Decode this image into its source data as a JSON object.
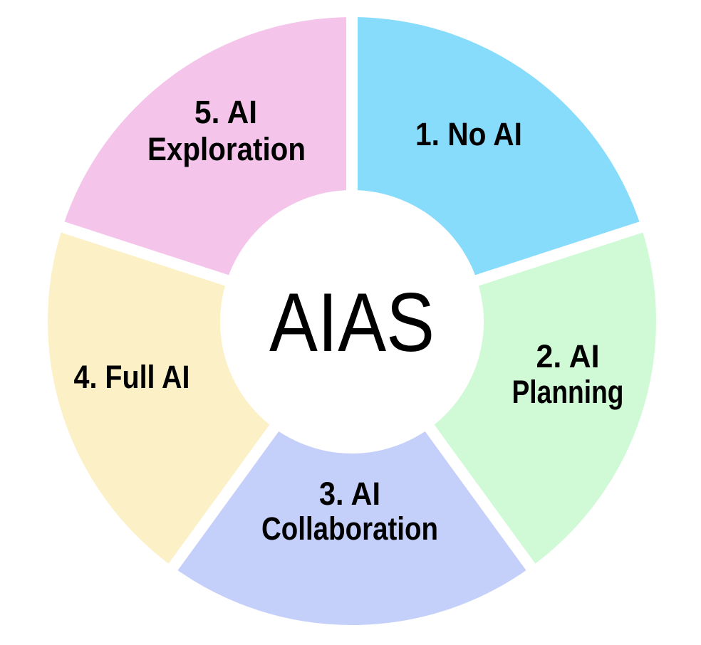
{
  "diagram": {
    "title": "AIAS",
    "center_label": "AIAS",
    "colors": {
      "background": "#ffffff",
      "gap": "#ffffff",
      "text": "#000000"
    },
    "segments": [
      {
        "index": 1,
        "line1": "1. No AI",
        "line2": "",
        "color": "#87DBFB"
      },
      {
        "index": 2,
        "line1": "2. AI",
        "line2": "Planning",
        "color": "#CFFAD5"
      },
      {
        "index": 3,
        "line1": "3. AI",
        "line2": "Collaboration",
        "color": "#C4CFFA"
      },
      {
        "index": 4,
        "line1": "4. Full AI",
        "line2": "",
        "color": "#FCF0C7"
      },
      {
        "index": 5,
        "line1": "5. AI",
        "line2": "Exploration",
        "color": "#F4C4EB"
      }
    ]
  }
}
